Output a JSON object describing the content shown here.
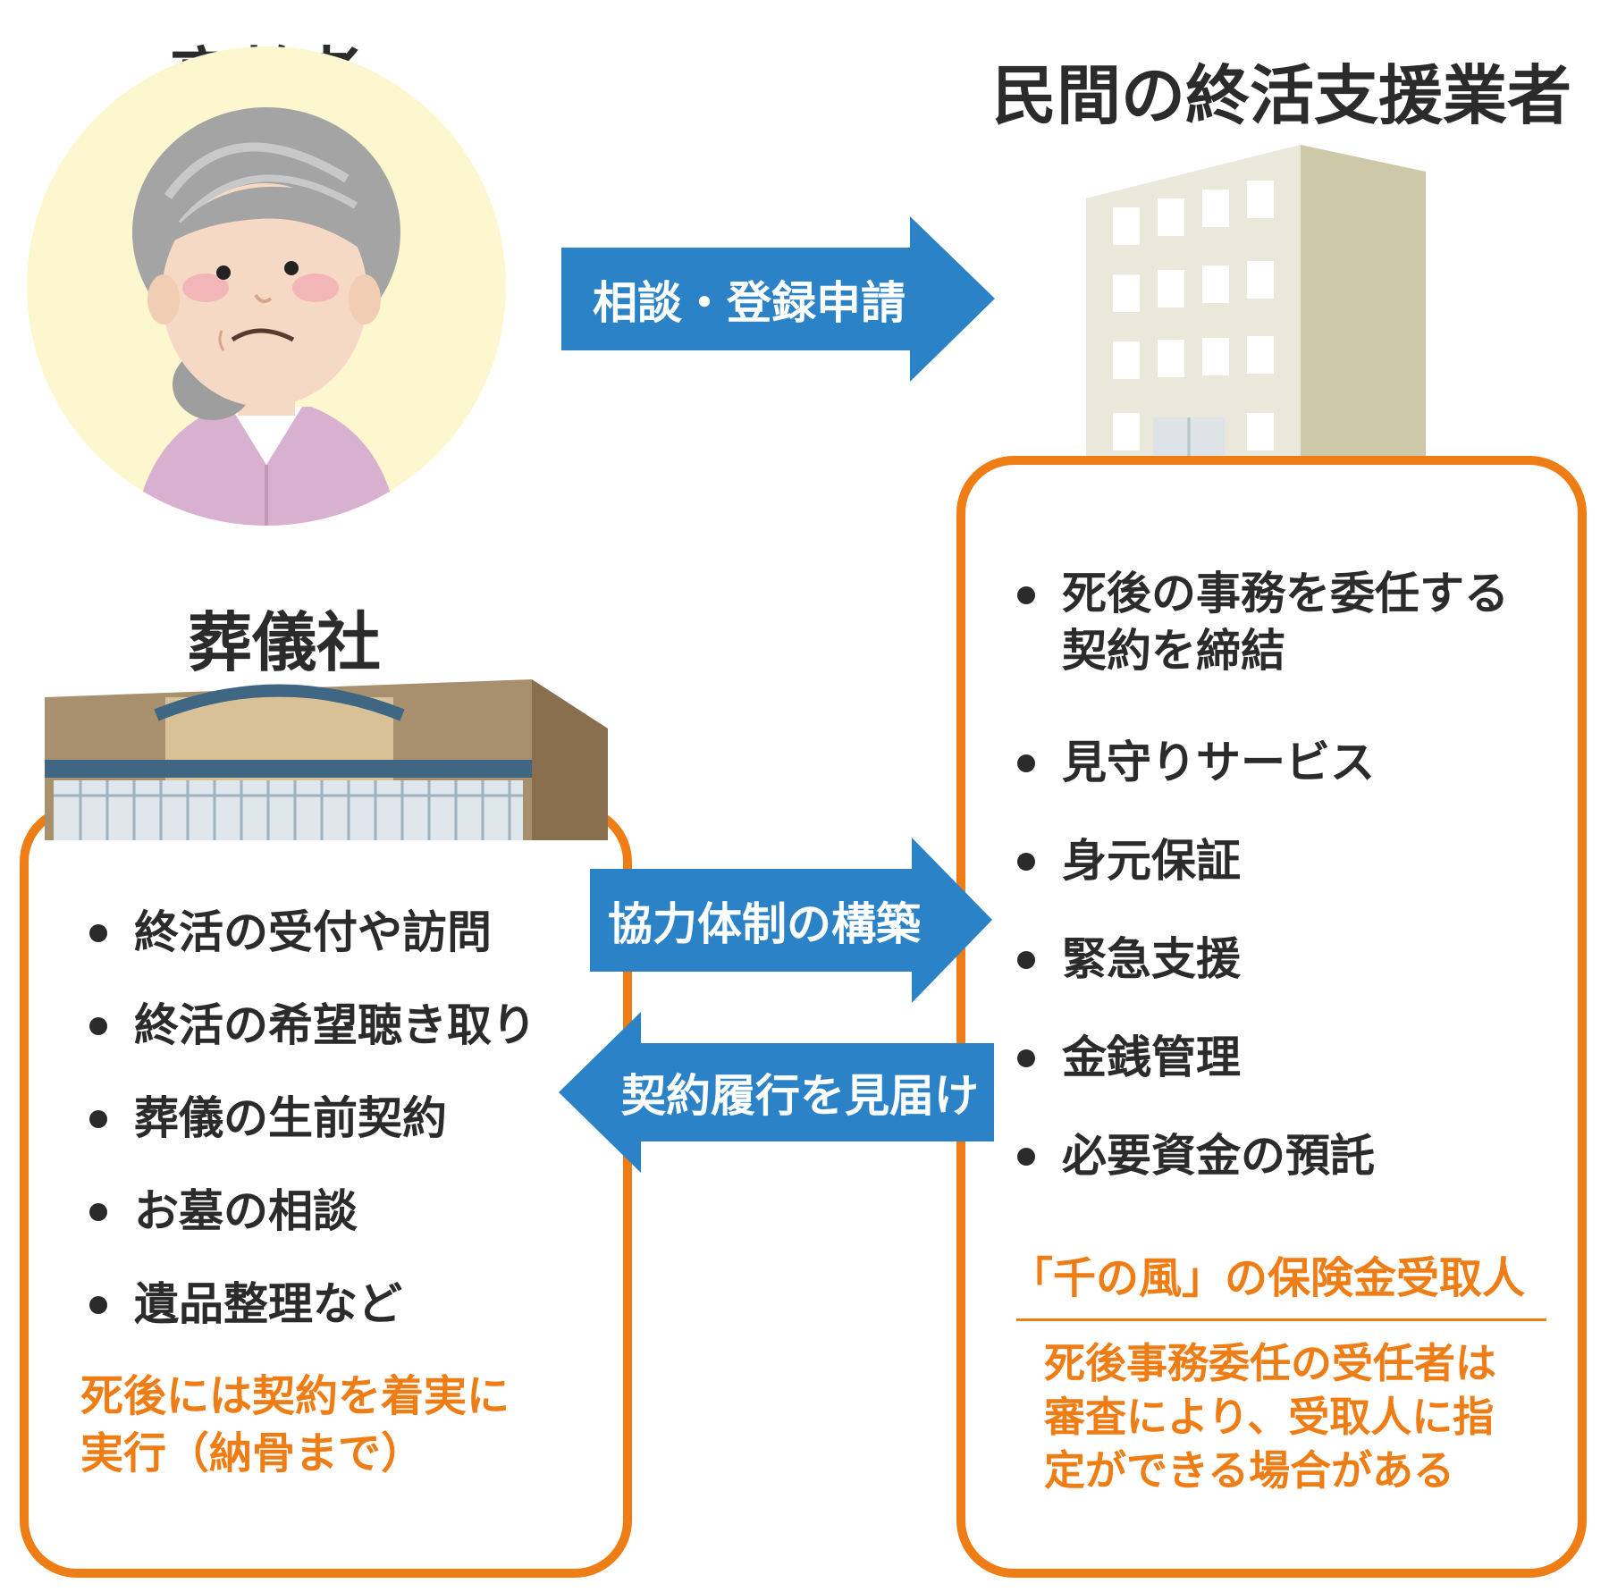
{
  "elderly": {
    "heading": "高齢者"
  },
  "provider": {
    "heading": "民間の終活支援業者",
    "services": [
      "死後の事務を委任する",
      "契約を締結",
      "見守りサービス",
      "身元保証",
      "緊急支援",
      "金銭管理",
      "必要資金の預託"
    ],
    "beneficiary_title": "「千の風」の保険金受取人",
    "beneficiary_note": [
      "死後事務委任の受任者は",
      "審査により、受取人に指",
      "定ができる場合がある"
    ]
  },
  "funeral": {
    "heading": "葬儀社",
    "services": [
      "終活の受付や訪問",
      "終活の希望聴き取り",
      "葬儀の生前契約",
      "お墓の相談",
      "遺品整理など"
    ],
    "note": [
      "死後には契約を着実に",
      "実行（納骨まで）"
    ]
  },
  "arrows": {
    "consult": "相談・登録申請",
    "cooperation": "協力体制の構築",
    "fulfillment": "契約履行を見届け"
  },
  "colors": {
    "arrow_blue": "#2b82c6",
    "box_orange": "#ee7d16",
    "circle_bg": "#fdf7cf"
  }
}
